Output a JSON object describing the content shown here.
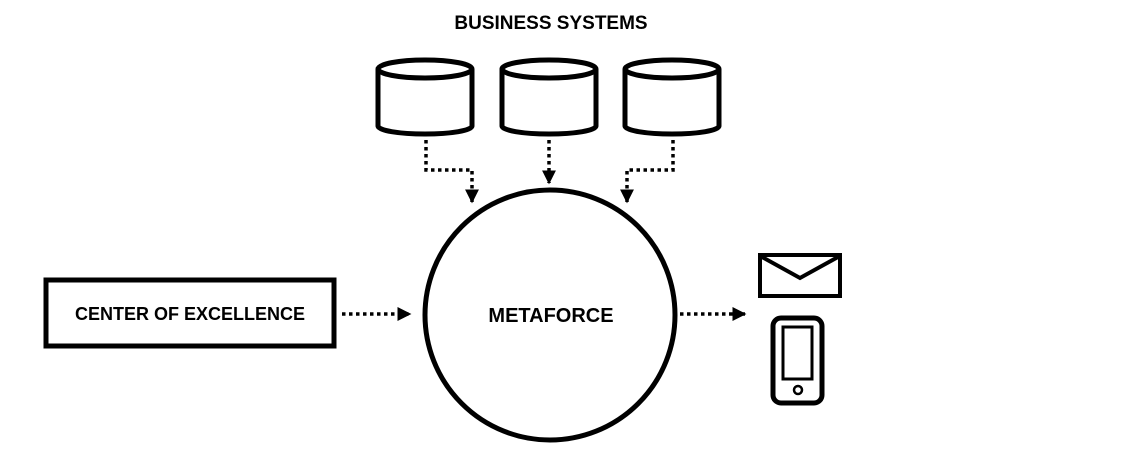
{
  "diagram": {
    "title": "BUSINESS SYSTEMS",
    "center_label": "METAFORCE",
    "source_label": "CENTER OF EXCELLENCE",
    "business_systems": [
      {
        "icon": "database-icon"
      },
      {
        "icon": "database-icon"
      },
      {
        "icon": "database-icon"
      }
    ],
    "outputs": [
      {
        "icon": "envelope-icon"
      },
      {
        "icon": "smartphone-icon"
      }
    ],
    "colors": {
      "line": "#000000",
      "background": "#ffffff"
    }
  }
}
